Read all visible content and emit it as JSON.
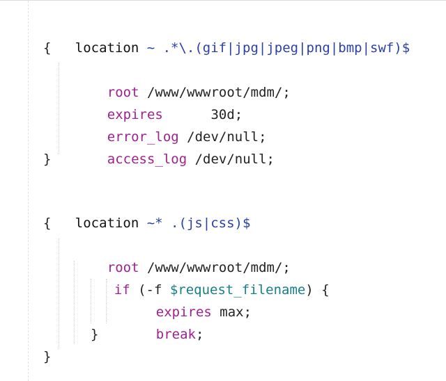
{
  "code": {
    "block1": {
      "header_kw": "location",
      "header_op": " ~ ",
      "header_pattern": ".*\\.(gif|jpg|jpeg|png|bmp|swf)$",
      "open_brace": "{",
      "root_kw": "root",
      "root_val": " /www/wwwroot/mdm/;",
      "expires_kw": "expires",
      "expires_val": "      30d;",
      "error_kw": "error_log",
      "error_val": " /dev/null;",
      "access_kw": "access_log",
      "access_val": " /dev/null;",
      "close_brace": "}"
    },
    "block2": {
      "header_kw": "location",
      "header_op": " ~* ",
      "header_pattern": ".(js|css)$",
      "open_brace": "{",
      "root_kw": "root",
      "root_val": " /www/wwwroot/mdm/;",
      "if_kw": "if",
      "if_open": " (-f ",
      "if_var": "$request_filename",
      "if_close": ") {",
      "expires_kw": "expires",
      "expires_val": " max;",
      "break_kw": "break",
      "break_val": ";",
      "inner_close": "}",
      "close_brace": "}"
    }
  }
}
